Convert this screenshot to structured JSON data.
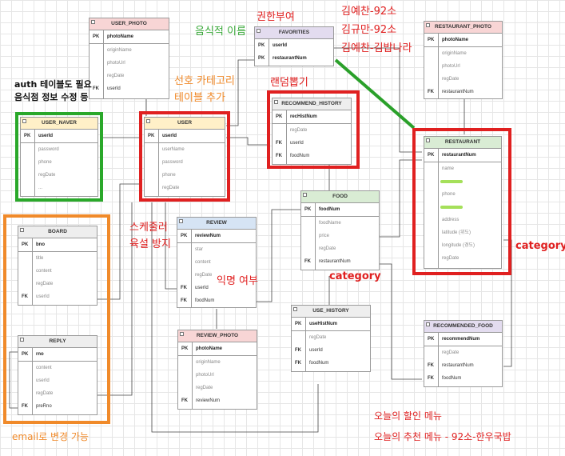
{
  "diagram": {
    "tables": {
      "user_photo": {
        "title": "USER_PHOTO",
        "rows": [
          {
            "k": "PK",
            "n": "photoName"
          },
          {
            "k": "",
            "n": "originName"
          },
          {
            "k": "",
            "n": "photoUrl"
          },
          {
            "k": "",
            "n": "regDate"
          },
          {
            "k": "FK",
            "n": "userId"
          }
        ]
      },
      "favorities": {
        "title": "FAVORITIES",
        "rows": [
          {
            "k": "PK",
            "n": "userId"
          },
          {
            "k": "PK",
            "n": "restaurantNum"
          }
        ]
      },
      "restaurant_photo": {
        "title": "RESTAURANT_PHOTO",
        "rows": [
          {
            "k": "PK",
            "n": "photoName"
          },
          {
            "k": "",
            "n": "originName"
          },
          {
            "k": "",
            "n": "photoUrl"
          },
          {
            "k": "",
            "n": "regDate"
          },
          {
            "k": "FK",
            "n": "restaurantNum"
          }
        ]
      },
      "user_naver": {
        "title": "USER_NAVER",
        "rows": [
          {
            "k": "PK",
            "n": "userId"
          },
          {
            "k": "",
            "n": "password"
          },
          {
            "k": "",
            "n": "phone"
          },
          {
            "k": "",
            "n": "regDate"
          },
          {
            "k": "",
            "n": "..."
          }
        ]
      },
      "user": {
        "title": "USER",
        "rows": [
          {
            "k": "PK",
            "n": "userId"
          },
          {
            "k": "",
            "n": "userName"
          },
          {
            "k": "",
            "n": "password"
          },
          {
            "k": "",
            "n": "phone"
          },
          {
            "k": "",
            "n": "regDate"
          }
        ]
      },
      "recommend_history": {
        "title": "RECOMMEND_HISTORY",
        "rows": [
          {
            "k": "PK",
            "n": "recHistNum"
          },
          {
            "k": "",
            "n": "regDate"
          },
          {
            "k": "FK",
            "n": "userId"
          },
          {
            "k": "FK",
            "n": "foodNum"
          }
        ]
      },
      "restaurant": {
        "title": "RESTAURANT",
        "rows": [
          {
            "k": "PK",
            "n": "restaurantNum"
          },
          {
            "k": "",
            "n": "name"
          },
          {
            "k": "",
            "n": ""
          },
          {
            "k": "",
            "n": "phone"
          },
          {
            "k": "",
            "n": ""
          },
          {
            "k": "",
            "n": "address"
          },
          {
            "k": "",
            "n": "latitude (위도)"
          },
          {
            "k": "",
            "n": "longitude (경도)"
          },
          {
            "k": "",
            "n": "regDate"
          }
        ]
      },
      "food": {
        "title": "FOOD",
        "rows": [
          {
            "k": "PK",
            "n": "foodNum"
          },
          {
            "k": "",
            "n": "foodName"
          },
          {
            "k": "",
            "n": "price"
          },
          {
            "k": "",
            "n": "regDate"
          },
          {
            "k": "FK",
            "n": "restaurantNum"
          }
        ]
      },
      "review": {
        "title": "REVIEW",
        "rows": [
          {
            "k": "PK",
            "n": "reviewNum"
          },
          {
            "k": "",
            "n": "star"
          },
          {
            "k": "",
            "n": "content"
          },
          {
            "k": "",
            "n": "regDate"
          },
          {
            "k": "FK",
            "n": "userId"
          },
          {
            "k": "FK",
            "n": "foodNum"
          }
        ]
      },
      "board": {
        "title": "BOARD",
        "rows": [
          {
            "k": "PK",
            "n": "bno"
          },
          {
            "k": "",
            "n": "title"
          },
          {
            "k": "",
            "n": "content"
          },
          {
            "k": "",
            "n": "regDate"
          },
          {
            "k": "FK",
            "n": "userId"
          }
        ]
      },
      "reply": {
        "title": "REPLY",
        "rows": [
          {
            "k": "PK",
            "n": "rno"
          },
          {
            "k": "",
            "n": "content"
          },
          {
            "k": "",
            "n": "userId"
          },
          {
            "k": "",
            "n": "regDate"
          },
          {
            "k": "FK",
            "n": "preRno"
          }
        ]
      },
      "use_history": {
        "title": "USE_HISTORY",
        "rows": [
          {
            "k": "PK",
            "n": "useHistNum"
          },
          {
            "k": "",
            "n": "regDate"
          },
          {
            "k": "FK",
            "n": "userId"
          },
          {
            "k": "FK",
            "n": "foodNum"
          }
        ]
      },
      "review_photo": {
        "title": "REVIEW_PHOTO",
        "rows": [
          {
            "k": "PK",
            "n": "photoName"
          },
          {
            "k": "",
            "n": "originName"
          },
          {
            "k": "",
            "n": "photoUrl"
          },
          {
            "k": "",
            "n": "regDate"
          },
          {
            "k": "FK",
            "n": "reviewNum"
          }
        ]
      },
      "recommended_food": {
        "title": "RECOMMENDED_FOOD",
        "rows": [
          {
            "k": "PK",
            "n": "recommendNum"
          },
          {
            "k": "",
            "n": "regDate"
          },
          {
            "k": "FK",
            "n": "restaurantNum"
          },
          {
            "k": "FK",
            "n": "foodNum"
          }
        ]
      }
    },
    "annotations": {
      "restaurant_name_note": "음식적 이름",
      "authority": "권한부여",
      "people_1": "김예찬-92소",
      "people_2": "김규만-92소",
      "people_3": "김예찬-김밥나라",
      "auth_note_1": "auth 테이블도 필요",
      "auth_note_2": "음식점 정보 수정 등",
      "pref_1": "선호 카테고리",
      "pref_2": "테이블 추가",
      "random_pick": "랜덤뽑기",
      "scheduler_1": "스케줄러",
      "scheduler_2": "육설 방지",
      "anonymous": "익명 여부",
      "category_food": "category",
      "category_rest": "category",
      "email_change": "email로 변경 가능",
      "today_sale": "오늘의 할인 메뉴",
      "today_recommend": "오늘의 추천 메뉴 - 92소-한우국밥"
    },
    "colors": {
      "red_box": "#e02020",
      "green_box": "#2aa82a",
      "orange_box": "#f08a2a",
      "green_arrow": "#2aa02a",
      "hdr_pink": "#f8d5d5",
      "hdr_yellow": "#fff0c8",
      "hdr_green": "#d9ecd4",
      "hdr_blue": "#d6e4f4",
      "hdr_purple": "#e3dcef",
      "hdr_gray": "#eeeeee"
    }
  }
}
